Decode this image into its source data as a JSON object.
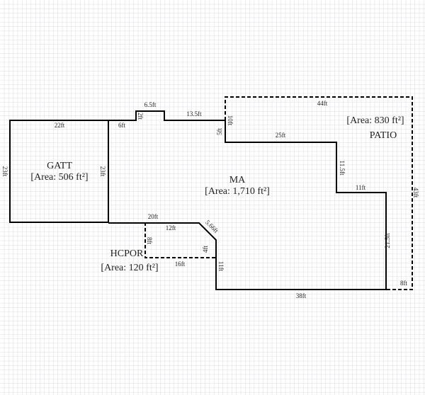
{
  "rooms": [
    {
      "name": "GATT",
      "area": "[Area: 506 ft²]"
    },
    {
      "name": "MA",
      "area": "[Area: 1,710 ft²]"
    },
    {
      "name": "PATIO",
      "area": "[Area: 830 ft²]"
    },
    {
      "name": "HCPOR",
      "area": "[Area: 120 ft²]"
    }
  ],
  "dimensions": {
    "gatt_top": "22ft",
    "gatt_left": "23ft",
    "gatt_right": "23ft",
    "ma_top_a": "6ft",
    "bump_side": "2ft",
    "bump_top": "6.5ft",
    "ma_top_b": "13.5ft",
    "ma_step": "5ft",
    "patio_left": "10ft",
    "patio_top": "44ft",
    "patio_right": "43ft",
    "patio_bottom": "8ft",
    "ma_25": "25ft",
    "ma_115": "11.5ft",
    "ma_11": "11ft",
    "ma_215": "21.5ft",
    "ma_bottom": "38ft",
    "ma_left_11": "11ft",
    "ma_4": "4ft",
    "diag": "5.66ft",
    "ma_12": "12ft",
    "ma_20": "20ft",
    "hc_8": "8ft",
    "hc_16": "16ft"
  },
  "colors": {
    "wall": "#000000",
    "grid": "#d4d4dc"
  }
}
